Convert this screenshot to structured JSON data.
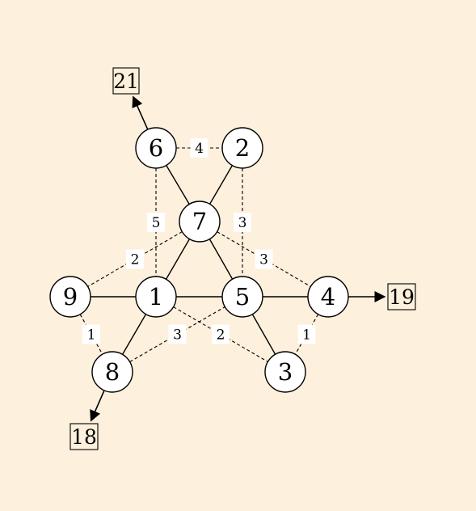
{
  "colors": {
    "background": "#fdf0dc",
    "stroke": "#000000",
    "node_fill": "#ffffff",
    "label_bg": "#ffffff"
  },
  "nodes": [
    {
      "id": "6",
      "label": "6"
    },
    {
      "id": "2",
      "label": "2"
    },
    {
      "id": "7",
      "label": "7"
    },
    {
      "id": "9",
      "label": "9"
    },
    {
      "id": "1",
      "label": "1"
    },
    {
      "id": "5",
      "label": "5"
    },
    {
      "id": "4",
      "label": "4"
    },
    {
      "id": "8",
      "label": "8"
    },
    {
      "id": "3",
      "label": "3"
    }
  ],
  "solid_edges": [
    {
      "from": "6",
      "to": "7"
    },
    {
      "from": "2",
      "to": "7"
    },
    {
      "from": "7",
      "to": "1"
    },
    {
      "from": "7",
      "to": "5"
    },
    {
      "from": "9",
      "to": "1"
    },
    {
      "from": "1",
      "to": "5"
    },
    {
      "from": "5",
      "to": "4"
    },
    {
      "from": "1",
      "to": "8"
    },
    {
      "from": "5",
      "to": "3"
    }
  ],
  "dashed_edges": [
    {
      "from": "6",
      "to": "2",
      "label": "4"
    },
    {
      "from": "6",
      "to": "1",
      "label": "5"
    },
    {
      "from": "2",
      "to": "5",
      "label": "3"
    },
    {
      "from": "7",
      "to": "9",
      "label": "2"
    },
    {
      "from": "7",
      "to": "4",
      "label": "3"
    },
    {
      "from": "9",
      "to": "8",
      "label": "1"
    },
    {
      "from": "8",
      "to": "5",
      "label": "3"
    },
    {
      "from": "1",
      "to": "3",
      "label": "2"
    },
    {
      "from": "4",
      "to": "3",
      "label": "1"
    }
  ],
  "terminals": [
    {
      "id": "t21",
      "from": "6",
      "label": "21"
    },
    {
      "id": "t19",
      "from": "4",
      "label": "19"
    },
    {
      "id": "t18",
      "from": "8",
      "label": "18"
    }
  ]
}
